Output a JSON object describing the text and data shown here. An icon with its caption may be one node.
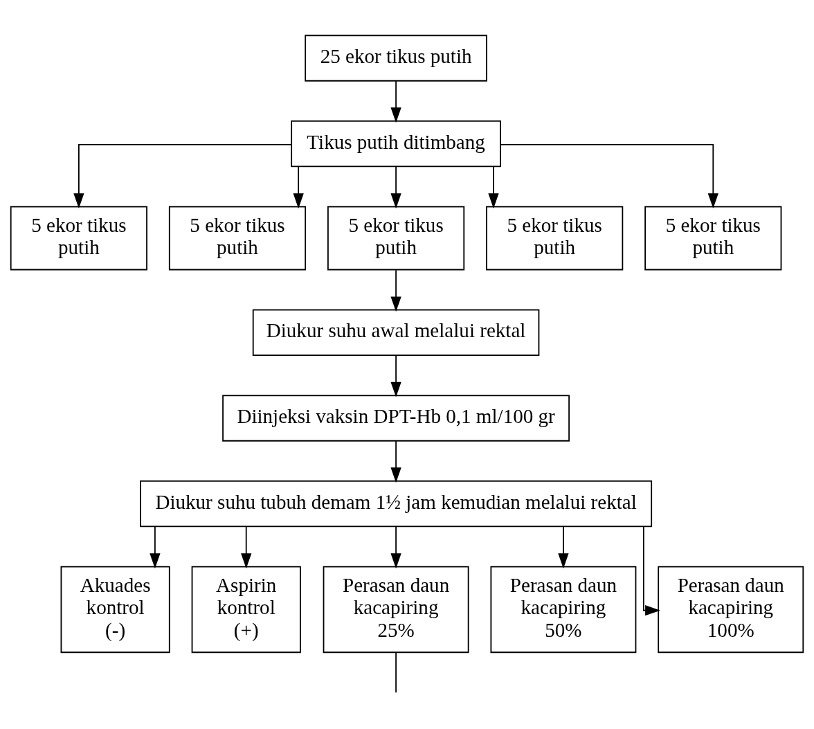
{
  "diagram": {
    "nodes": [
      {
        "text": [
          "25 ekor tikus putih"
        ]
      },
      {
        "text": [
          "Tikus putih ditimbang"
        ]
      },
      {
        "text": [
          "5 ekor tikus putih"
        ]
      },
      {
        "text": [
          "5 ekor tikus putih"
        ]
      },
      {
        "text": [
          "5 ekor tikus putih"
        ]
      },
      {
        "text": [
          "5 ekor tikus putih"
        ]
      },
      {
        "text": [
          "5 ekor tikus putih"
        ]
      },
      {
        "text": [
          "Diukur suhu awal melalui rektal"
        ]
      },
      {
        "text": [
          "Diinjeksi vaksin DPT-Hb 0,1 ml/100 gr"
        ]
      },
      {
        "text": [
          "Diukur suhu tubuh demam 1½ jam kemudian melalui rektal"
        ]
      },
      {
        "text": [
          "Akuades kontrol (-)"
        ]
      },
      {
        "text": [
          "Aspirin kontrol (+)"
        ]
      },
      {
        "text": [
          "Perasan daun kacapiring 25%"
        ]
      },
      {
        "text": [
          "Perasan daun kacapiring 50%"
        ]
      },
      {
        "text": [
          "Perasan daun kacapiring 100%"
        ]
      }
    ],
    "edges": [
      {
        "from": 0,
        "to": 1,
        "arrow": "to"
      },
      {
        "from": 1,
        "to": 2,
        "arrow": "to"
      },
      {
        "from": 1,
        "to": 3,
        "arrow": "to"
      },
      {
        "from": 1,
        "to": 4,
        "arrow": "to"
      },
      {
        "from": 1,
        "to": 5,
        "arrow": "to"
      },
      {
        "from": 1,
        "to": 6,
        "arrow": "to"
      },
      {
        "from": 4,
        "to": 7,
        "arrow": "to"
      },
      {
        "from": 7,
        "to": 8,
        "arrow": "to"
      },
      {
        "from": 8,
        "to": 9,
        "arrow": "to"
      },
      {
        "from": 9,
        "to": 10,
        "arrow": "to"
      },
      {
        "from": 9,
        "to": 11,
        "arrow": "to"
      },
      {
        "from": 9,
        "to": 12,
        "arrow": "to"
      },
      {
        "from": 9,
        "to": 13,
        "arrow": "to"
      },
      {
        "from": 9,
        "to": 14,
        "arrow": "to"
      },
      {
        "from": 12,
        "to": null,
        "arrow": "none"
      }
    ]
  }
}
